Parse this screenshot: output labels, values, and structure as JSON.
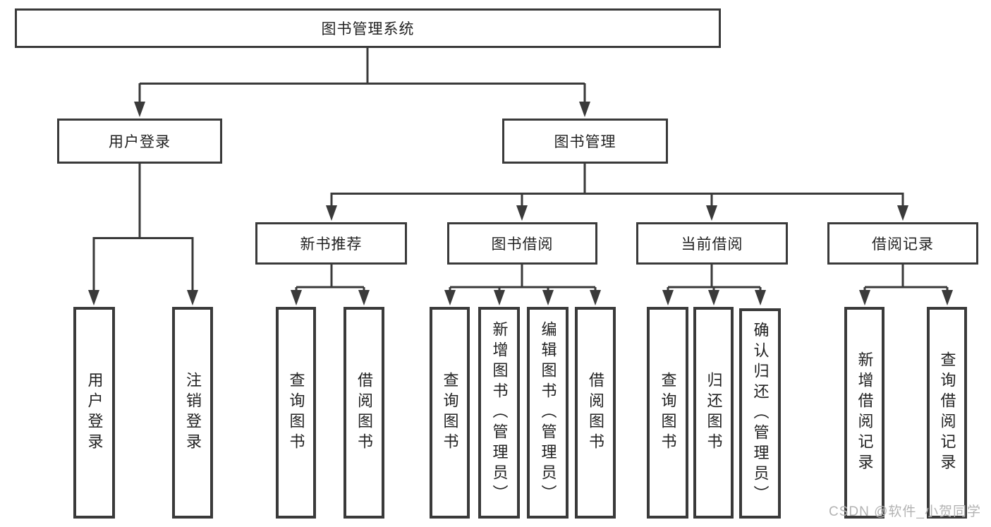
{
  "diagram": {
    "title": "图书管理系统",
    "level2": {
      "user_login": "用户登录",
      "book_mgmt": "图书管理"
    },
    "level3": {
      "new_books": "新书推荐",
      "book_borrow": "图书借阅",
      "current_borrow": "当前借阅",
      "borrow_records": "借阅记录"
    },
    "leaves": {
      "user_login": [
        "用户登录",
        "注销登录"
      ],
      "new_books": [
        "查询图书",
        "借阅图书"
      ],
      "book_borrow": [
        "查询图书",
        "新增图书（管理员）",
        "编辑图书（管理员）",
        "借阅图书"
      ],
      "current_borrow": [
        "查询图书",
        "归还图书",
        "确认归还（管理员）"
      ],
      "borrow_records": [
        "新增借阅记录",
        "查询借阅记录"
      ]
    }
  },
  "watermark": "CSDN @软件_小贺同学",
  "colors": {
    "line": "#3a3a3a",
    "text": "#222222",
    "watermark": "#b3b3b3",
    "background": "#ffffff"
  }
}
